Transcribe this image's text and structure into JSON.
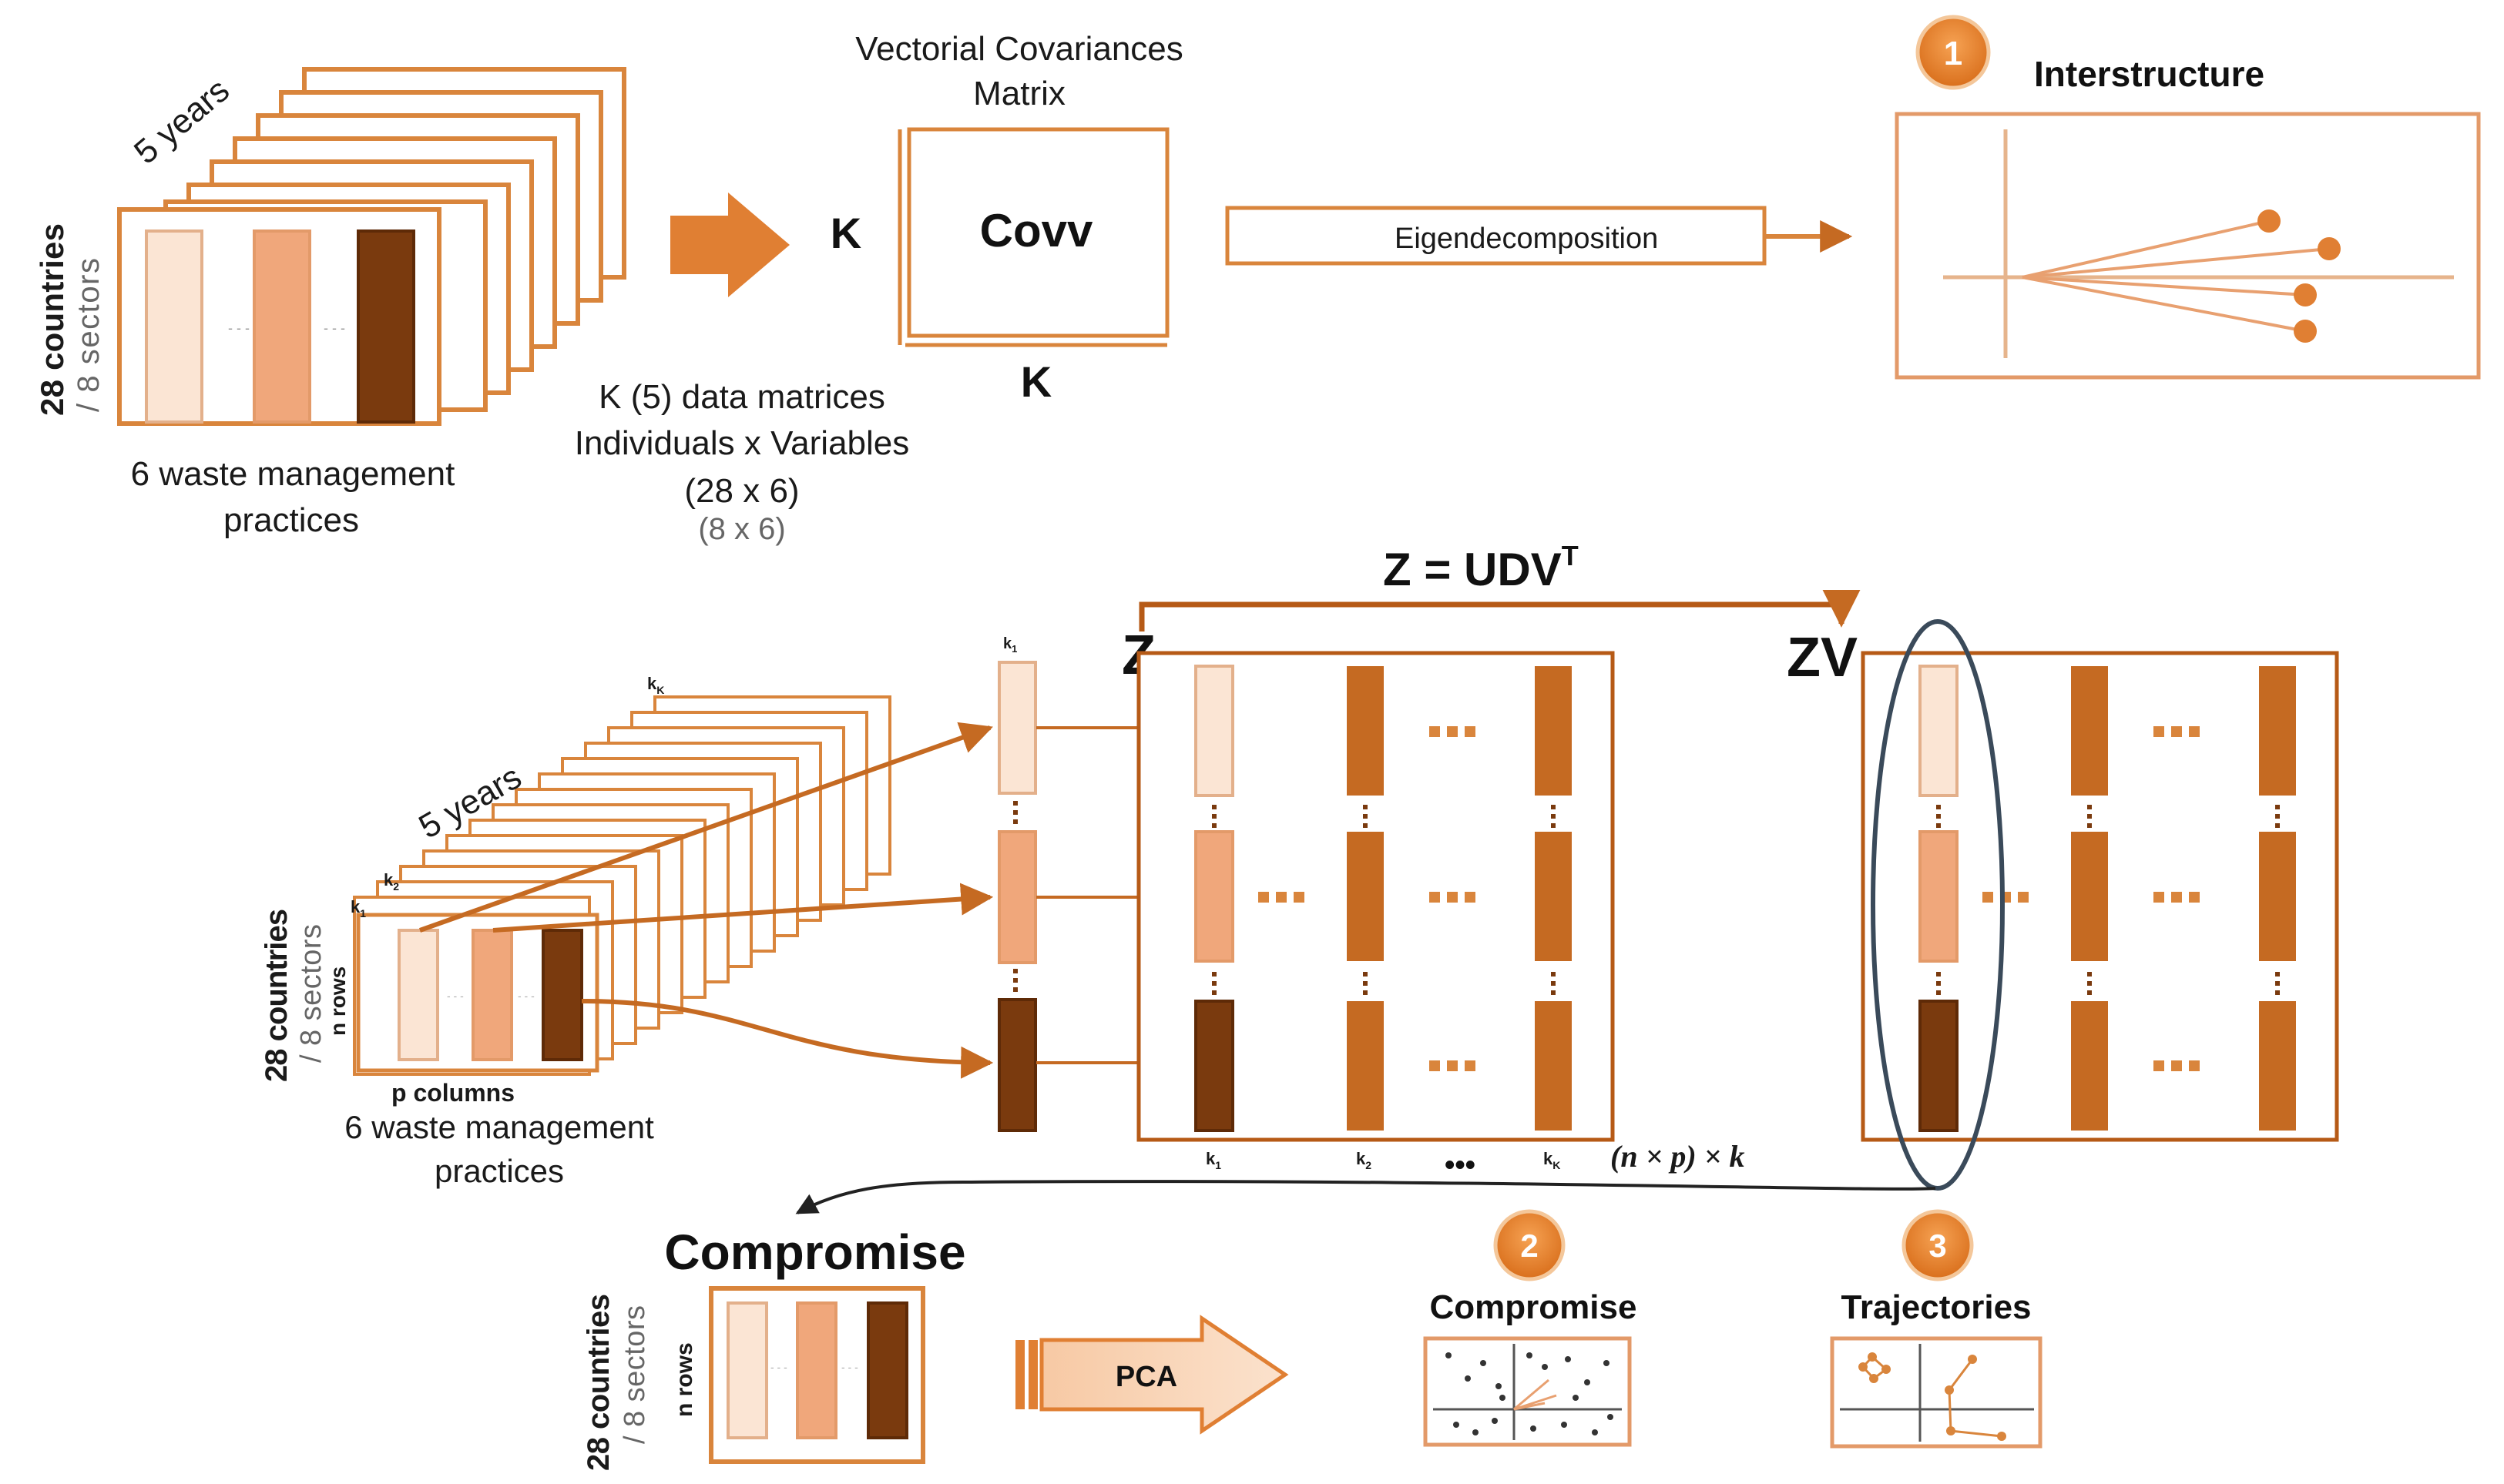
{
  "colors": {
    "orange": "#d9853c",
    "orange_dark": "#c56a22",
    "burnt": "#b65a16",
    "light": "#fbe5d4",
    "medium": "#f0a77b",
    "dark": "#7a3a0e",
    "badge": "#e8862c",
    "ellipse": "#3a4a5a"
  },
  "top": {
    "stack_label_years": "5 years",
    "side_label_countries": "28 countries",
    "side_label_sectors": "/ 8 sectors",
    "bottom_label_line1": "6 waste management",
    "bottom_label_line2": "practices",
    "covmatrix_title_line1": "Vectorial Covariances",
    "covmatrix_title_line2": "Matrix",
    "k_left": "K",
    "covv": "Covv",
    "k_bottom": "K",
    "data_matrices_line1": "K (5)  data matrices",
    "data_matrices_line2": "Individuals x Variables",
    "data_matrices_line3": "(28 x 6)",
    "data_matrices_line4": "(8 x 6)",
    "eigen_label": "Eigendecomposition",
    "badge_1": "1",
    "interstructure_title": "Interstructure"
  },
  "middle": {
    "formula_main": "Z = UDV",
    "formula_sup": "T",
    "z_label": "Z",
    "zv_label": "ZV",
    "stack_label_years": "5 years",
    "kk_top": "k",
    "kk_top_sub": "K",
    "k2": "k",
    "k2_sub": "2",
    "k1": "k",
    "k1_sub": "1",
    "side_label_countries": "28 countries",
    "side_label_sectors": "/ 8 sectors",
    "n_rows": "n rows",
    "p_columns": "p columns",
    "bottom_label_line1": "6 waste management",
    "bottom_label_line2": "practices",
    "col_k1": "k",
    "col_k1_sub": "1",
    "z_k1": "k",
    "z_k1_sub": "1",
    "z_k2": "k",
    "z_k2_sub": "2",
    "z_kk": "k",
    "z_kk_sub": "K",
    "dims": "(n × p) × k",
    "dots": "•••"
  },
  "bottom": {
    "compromise_title": "Compromise",
    "side_label_countries": "28 countries",
    "side_label_sectors": "/ 8 sectors",
    "n_rows": "n rows",
    "pca": "PCA",
    "badge_2": "2",
    "compromise_small_title": "Compromise",
    "badge_3": "3",
    "trajectories_title": "Trajectories"
  }
}
